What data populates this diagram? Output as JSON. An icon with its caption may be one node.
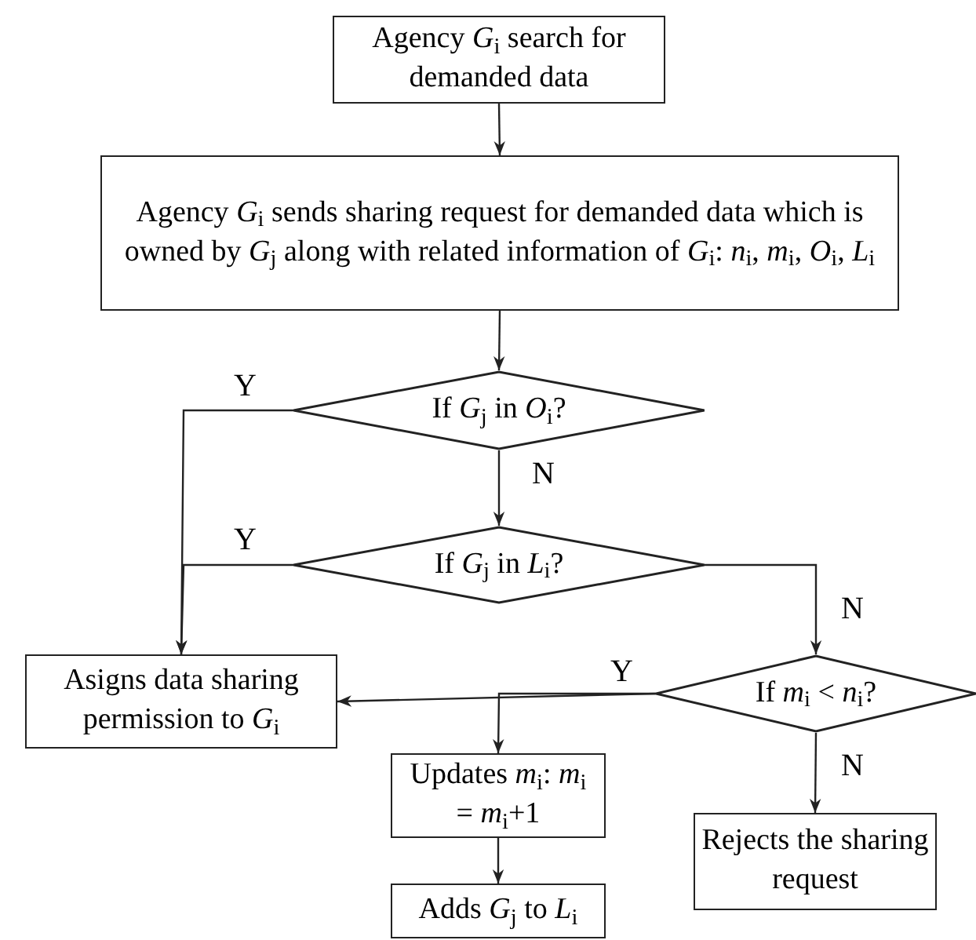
{
  "diagram": {
    "nodes": [
      {
        "text": [
          "Agency *G*$_{i}$ search for demanded data"
        ]
      },
      {
        "text": [
          "Agency *G*$_{i}$ sends sharing request for demanded data which is owned by *G*$_{j}$ along with related information of *G*$_{i}$: *n*$_{i}$, *m*$_{i}$, *O*$_{i}$, *L*$_{i}$"
        ]
      },
      {
        "text": [
          "If *G*$_{j}$ in *O*$_{i}$?"
        ]
      },
      {
        "text": [
          "If *G*$_{j}$ in *L*$_{i}$?"
        ]
      },
      {
        "text": [
          "Asigns data sharing permission to *G*$_{i}$"
        ]
      },
      {
        "text": [
          "If *m*$_{i}$ < *n*$_{i}$?"
        ]
      },
      {
        "text": [
          "Updates *m*$_{i}$: *m*$_{i}$ = *m*$_{i}$+1"
        ]
      },
      {
        "text": [
          "Rejects the sharing request"
        ]
      },
      {
        "text": [
          "Adds *G*$_{j}$ to *L*$_{i}$"
        ]
      }
    ],
    "edges": [
      {
        "from": 0,
        "to": 1,
        "arrow": "to"
      },
      {
        "from": 1,
        "to": 2,
        "arrow": "to"
      },
      {
        "from": 2,
        "to": 4,
        "arrow": "to",
        "label": "Y"
      },
      {
        "from": 2,
        "to": 3,
        "arrow": "to",
        "label": "N"
      },
      {
        "from": 3,
        "to": 4,
        "arrow": "to",
        "label": "Y"
      },
      {
        "from": 3,
        "to": 5,
        "arrow": "to",
        "label": "N"
      },
      {
        "from": 5,
        "to": 4,
        "arrow": "to",
        "label": "Y"
      },
      {
        "from": 5,
        "to": 6,
        "arrow": "to"
      },
      {
        "from": 5,
        "to": 7,
        "arrow": "to",
        "label": "N"
      },
      {
        "from": 6,
        "to": 8,
        "arrow": "to"
      }
    ]
  }
}
